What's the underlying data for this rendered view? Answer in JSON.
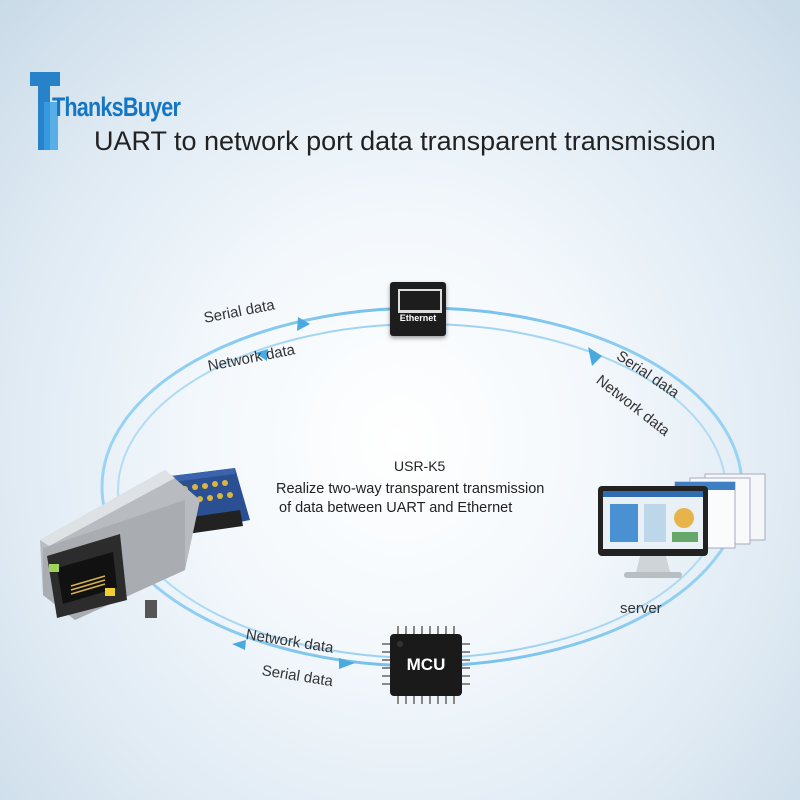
{
  "brand": {
    "logo_text": "ThanksBuyer"
  },
  "title": "UART to network port data transparent transmission",
  "top_left": {
    "serial": "Serial data",
    "network": "Network data"
  },
  "ethernet": {
    "label": "Ethernet"
  },
  "top_right": {
    "serial": "Serial data",
    "network": "Network data"
  },
  "center": {
    "model": "USR-K5",
    "desc_line1": "Realize two-way transparent transmission",
    "desc_line2": "of data between UART and Ethernet"
  },
  "server": {
    "label": "server"
  },
  "bottom_left": {
    "network": "Network data",
    "serial": "Serial data"
  },
  "mcu": {
    "label": "MCU"
  },
  "colors": {
    "arc": "#62b8e8",
    "brand": "#1577c4",
    "pcb": "#2a4f93"
  }
}
